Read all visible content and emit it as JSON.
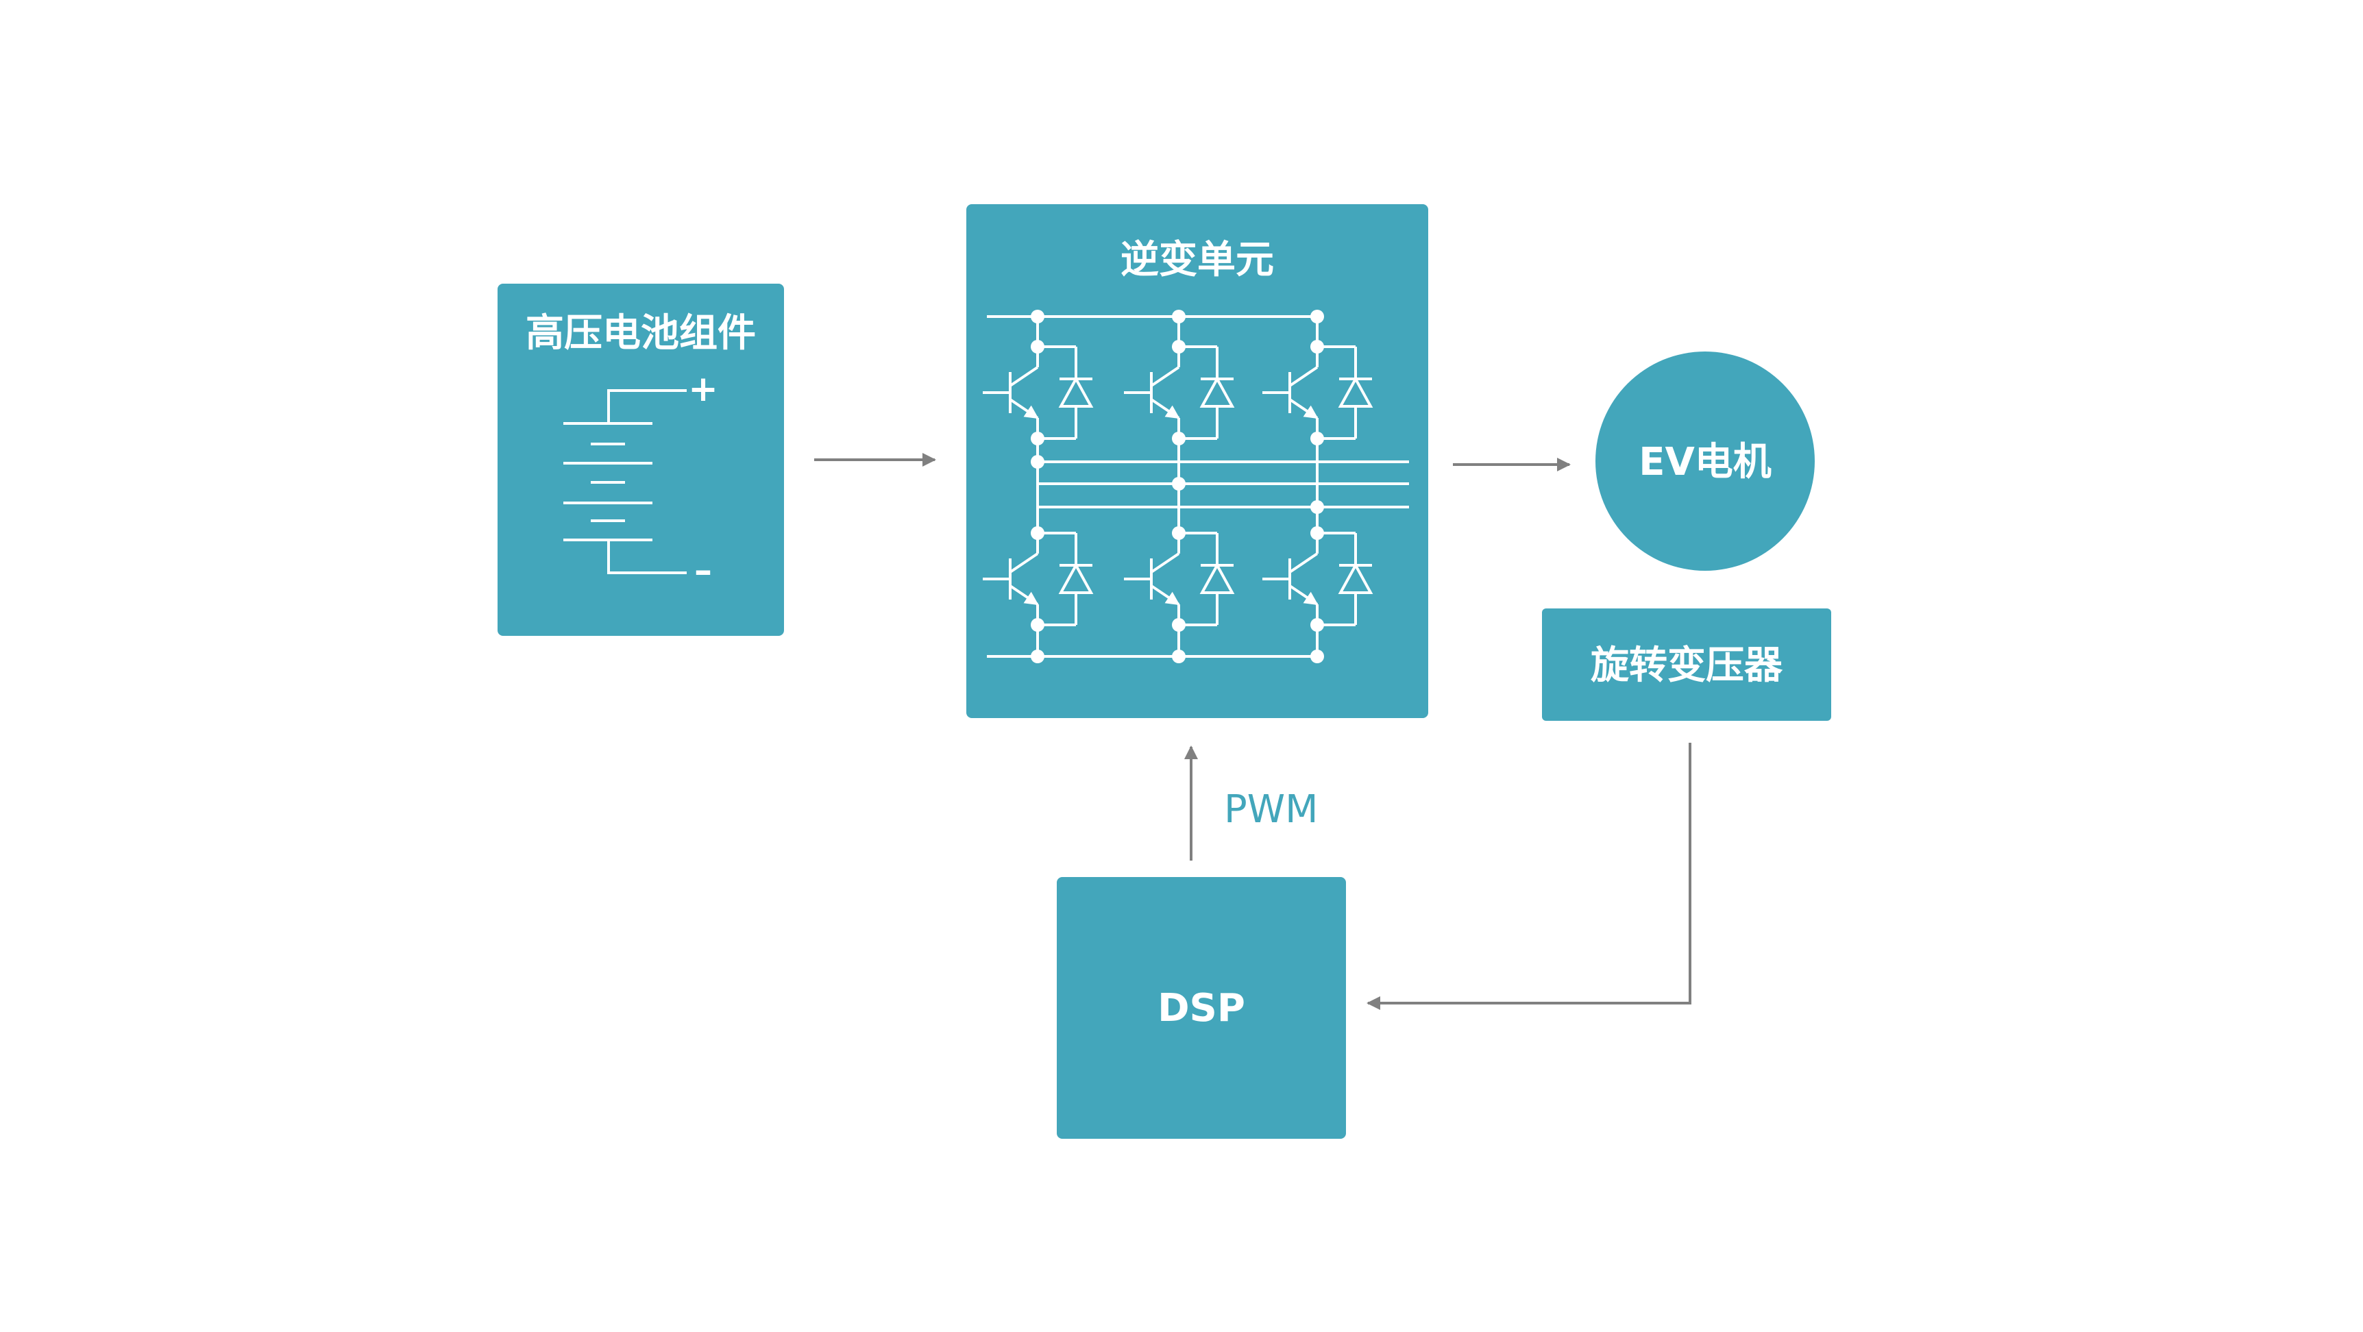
{
  "colors": {
    "block_fill": "#43A6BB",
    "wire": "#ffffff",
    "arrow": "#808080",
    "label_accent": "#43A6BB",
    "background": "#ffffff"
  },
  "blocks": {
    "battery": {
      "title": "高压电池组件",
      "plus": "+",
      "minus": "–"
    },
    "inverter": {
      "title": "逆变单元"
    },
    "motor": {
      "title": "EV电机"
    },
    "resolver": {
      "title": "旋转变压器"
    },
    "dsp": {
      "title": "DSP"
    }
  },
  "signals": {
    "pwm": "PWM"
  },
  "icons": {
    "battery_symbol": "battery-symbol-icon",
    "igbt": "igbt-transistor-icon",
    "diode": "freewheeling-diode-icon"
  }
}
